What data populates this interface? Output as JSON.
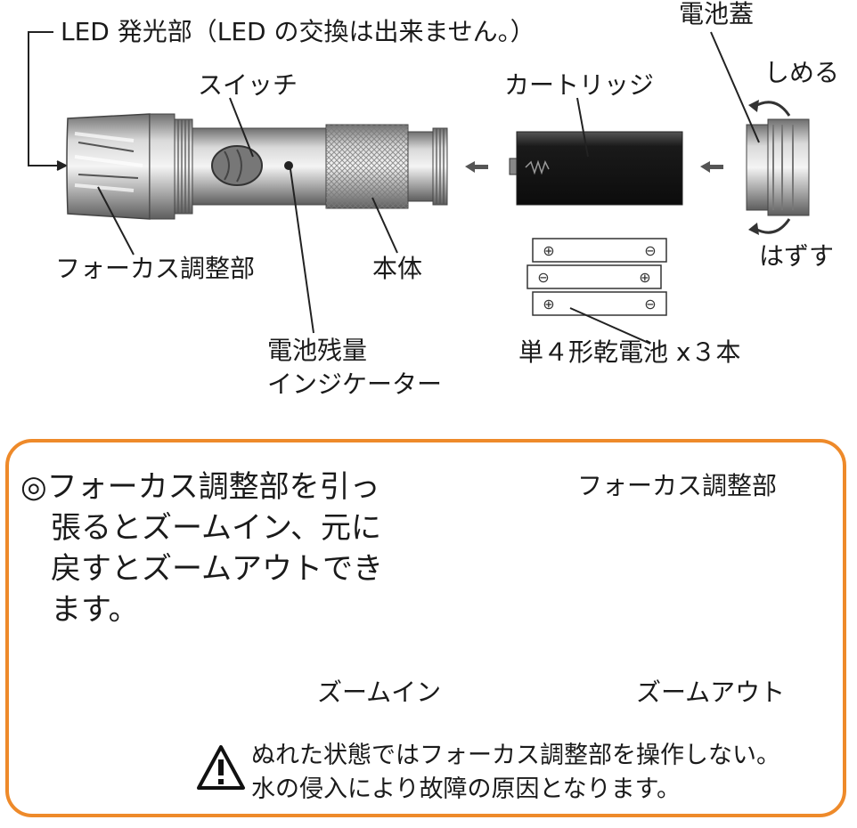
{
  "labels": {
    "led": "LED 発光部（LED の交換は出来ません。）",
    "cap": "電池蓋",
    "close": "しめる",
    "remove": "はずす",
    "switch": "スイッチ",
    "cartridge": "カートリッジ",
    "focus": "フォーカス調整部",
    "body": "本体",
    "indicator_line1": "電池残量",
    "indicator_line2": "インジケーター",
    "batteries": "単４形乾電池 x３本"
  },
  "note": {
    "mark": "◎",
    "lines": [
      "フォーカス調整部を引っ",
      "張るとズームイン、元に",
      "戻すとズームアウトでき",
      "ます。"
    ]
  },
  "inset": {
    "focus_label": "フォーカス調整部",
    "zoom_in": "ズームイン",
    "zoom_out": "ズームアウト"
  },
  "warning": {
    "line1": "ぬれた状態ではフォーカス調整部を操作しない。",
    "line2": "水の侵入により故障の原因となります。"
  },
  "colors": {
    "accent_border": "#ee8a2a",
    "metal": "#9a9a9a",
    "battery": "#1c1c1c"
  }
}
